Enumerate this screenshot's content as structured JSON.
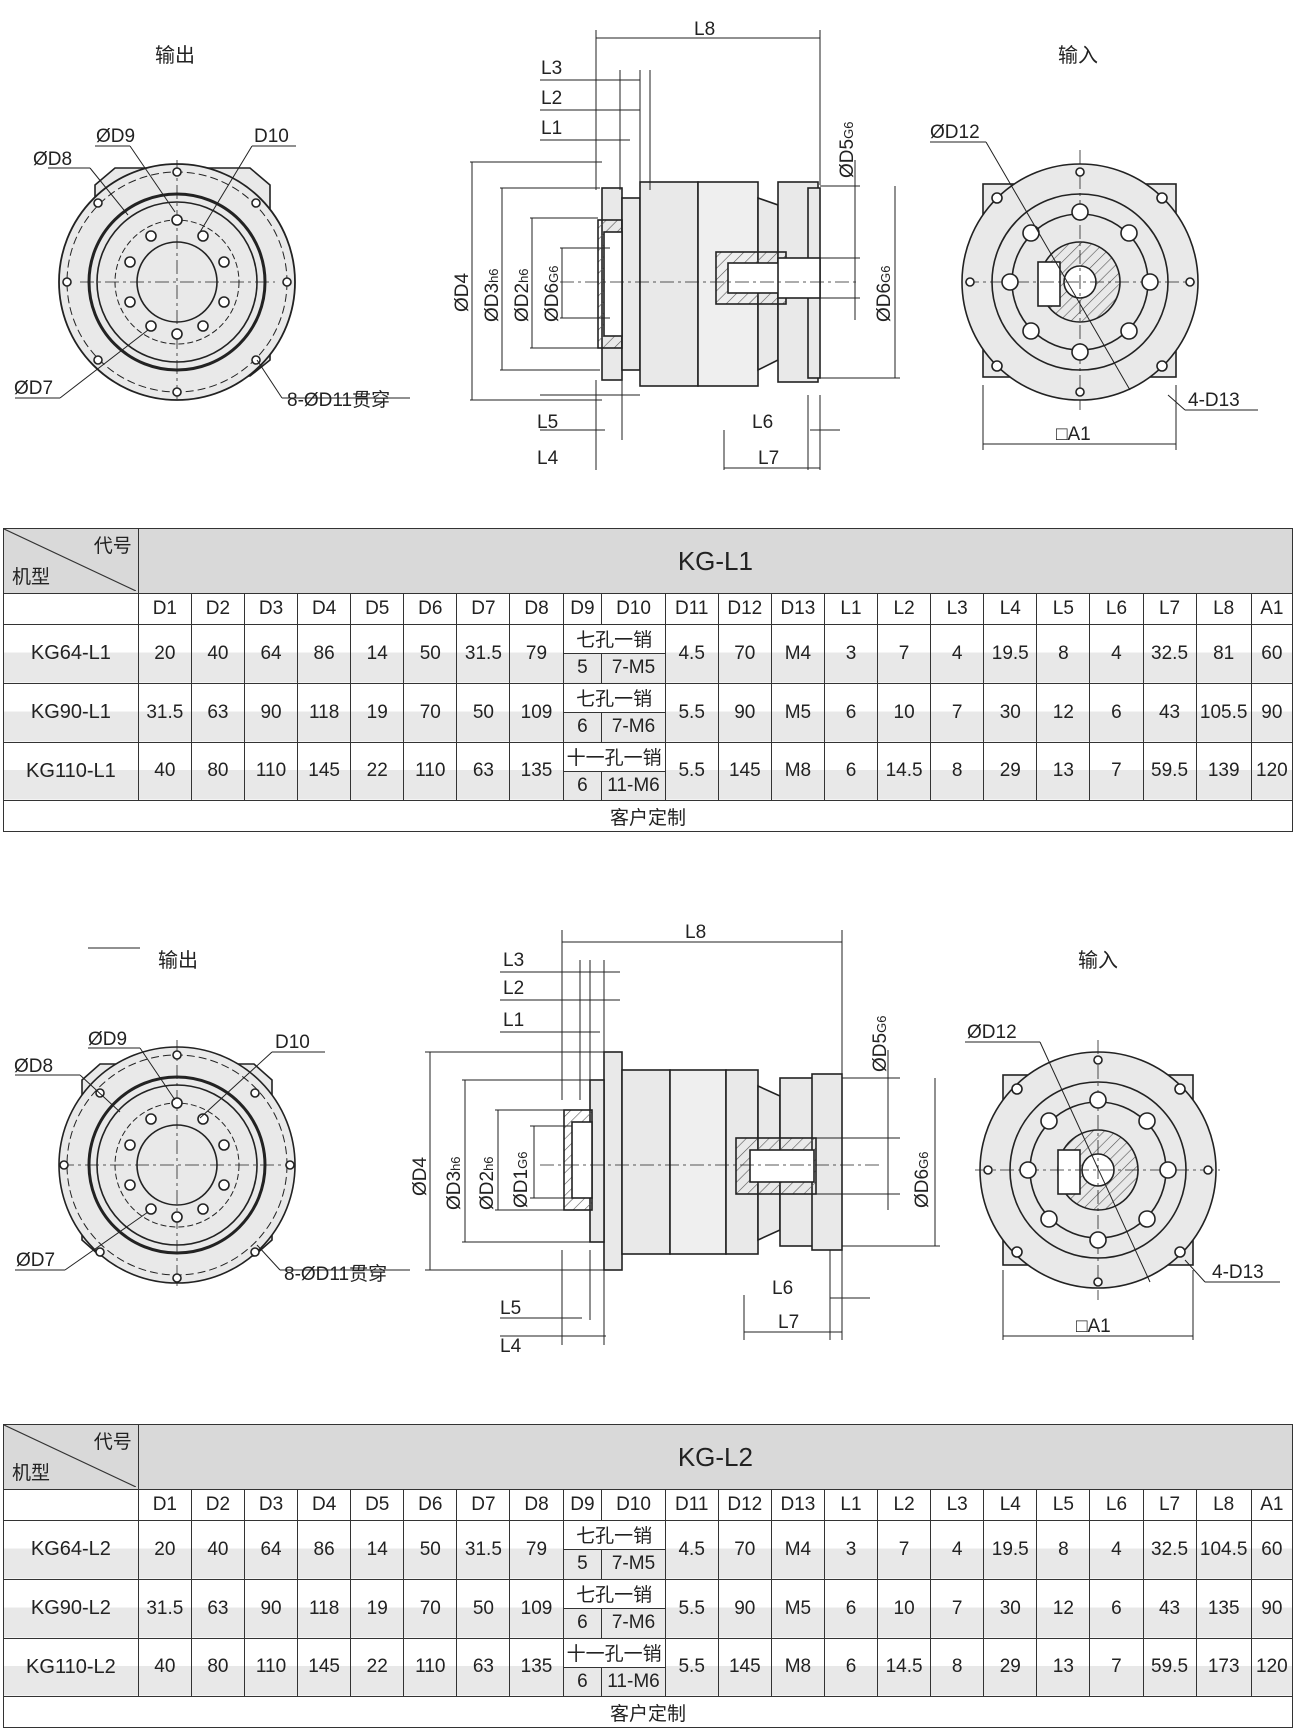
{
  "section1": {
    "label_output": "输出",
    "label_input": "输入",
    "dims": {
      "L8": "L8",
      "L3": "L3",
      "L2": "L2",
      "L1": "L1",
      "L5": "L5",
      "L4": "L4",
      "L6": "L6",
      "L7": "L7",
      "D9": "ØD9",
      "D10": "D10",
      "D8": "ØD8",
      "D7": "ØD7",
      "D11": "8-ØD11贯穿",
      "D4": "ØD4",
      "D3": "ØD3",
      "D3sub": "h6",
      "D2": "ØD2",
      "D2sub": "h6",
      "D6a": "ØD6",
      "D6asub": "G6",
      "D5": "ØD5",
      "D5sub": "G6",
      "D6b": "ØD6",
      "D6bsub": "G6",
      "D12": "ØD12",
      "D13": "4-D13",
      "A1": "□A1"
    },
    "table": {
      "corner_top": "代号",
      "corner_bottom": "机型",
      "title": "KG-L1",
      "headers": [
        "D1",
        "D2",
        "D3",
        "D4",
        "D5",
        "D6",
        "D7",
        "D8",
        "D9",
        "D10",
        "D11",
        "D12",
        "D13",
        "L1",
        "L2",
        "L3",
        "L4",
        "L5",
        "L6",
        "L7",
        "L8",
        "A1"
      ],
      "rows": [
        {
          "model": "KG64-L1",
          "D1": "20",
          "D2": "40",
          "D3": "64",
          "D4": "86",
          "D5": "14",
          "D6": "50",
          "D7": "31.5",
          "D8": "79",
          "D9D10": "七孔一销",
          "D9": "5",
          "D10": "7-M5",
          "D11": "4.5",
          "D12": "70",
          "D13": "M4",
          "L1": "3",
          "L2": "7",
          "L3": "4",
          "L4": "19.5",
          "L5": "8",
          "L6": "4",
          "L7": "32.5",
          "L8": "81",
          "A1": "60"
        },
        {
          "model": "KG90-L1",
          "D1": "31.5",
          "D2": "63",
          "D3": "90",
          "D4": "118",
          "D5": "19",
          "D6": "70",
          "D7": "50",
          "D8": "109",
          "D9D10": "七孔一销",
          "D9": "6",
          "D10": "7-M6",
          "D11": "5.5",
          "D12": "90",
          "D13": "M5",
          "L1": "6",
          "L2": "10",
          "L3": "7",
          "L4": "30",
          "L5": "12",
          "L6": "6",
          "L7": "43",
          "L8": "105.5",
          "A1": "90"
        },
        {
          "model": "KG110-L1",
          "D1": "40",
          "D2": "80",
          "D3": "110",
          "D4": "145",
          "D5": "22",
          "D6": "110",
          "D7": "63",
          "D8": "135",
          "D9D10": "十一孔一销",
          "D9": "6",
          "D10": "11-M6",
          "D11": "5.5",
          "D12": "145",
          "D13": "M8",
          "L1": "6",
          "L2": "14.5",
          "L3": "8",
          "L4": "29",
          "L5": "13",
          "L6": "7",
          "L7": "59.5",
          "L8": "139",
          "A1": "120"
        }
      ],
      "footer": "客户定制"
    }
  },
  "section2": {
    "label_output": "输出",
    "label_input": "输入",
    "dims": {
      "L8": "L8",
      "L3": "L3",
      "L2": "L2",
      "L1": "L1",
      "L5": "L5",
      "L4": "L4",
      "L6": "L6",
      "L7": "L7",
      "D9": "ØD9",
      "D10": "D10",
      "D8": "ØD8",
      "D7": "ØD7",
      "D11": "8-ØD11贯穿",
      "D4": "ØD4",
      "D3": "ØD3",
      "D3sub": "h6",
      "D2": "ØD2",
      "D2sub": "h6",
      "D1": "ØD1",
      "D1sub": "G6",
      "D5": "ØD5",
      "D5sub": "G6",
      "D6b": "ØD6",
      "D6bsub": "G6",
      "D12": "ØD12",
      "D13": "4-D13",
      "A1": "□A1"
    },
    "table": {
      "corner_top": "代号",
      "corner_bottom": "机型",
      "title": "KG-L2",
      "headers": [
        "D1",
        "D2",
        "D3",
        "D4",
        "D5",
        "D6",
        "D7",
        "D8",
        "D9",
        "D10",
        "D11",
        "D12",
        "D13",
        "L1",
        "L2",
        "L3",
        "L4",
        "L5",
        "L6",
        "L7",
        "L8",
        "A1"
      ],
      "rows": [
        {
          "model": "KG64-L2",
          "D1": "20",
          "D2": "40",
          "D3": "64",
          "D4": "86",
          "D5": "14",
          "D6": "50",
          "D7": "31.5",
          "D8": "79",
          "D9D10": "七孔一销",
          "D9": "5",
          "D10": "7-M5",
          "D11": "4.5",
          "D12": "70",
          "D13": "M4",
          "L1": "3",
          "L2": "7",
          "L3": "4",
          "L4": "19.5",
          "L5": "8",
          "L6": "4",
          "L7": "32.5",
          "L8": "104.5",
          "A1": "60"
        },
        {
          "model": "KG90-L2",
          "D1": "31.5",
          "D2": "63",
          "D3": "90",
          "D4": "118",
          "D5": "19",
          "D6": "70",
          "D7": "50",
          "D8": "109",
          "D9D10": "七孔一销",
          "D9": "6",
          "D10": "7-M6",
          "D11": "5.5",
          "D12": "90",
          "D13": "M5",
          "L1": "6",
          "L2": "10",
          "L3": "7",
          "L4": "30",
          "L5": "12",
          "L6": "6",
          "L7": "43",
          "L8": "135",
          "A1": "90"
        },
        {
          "model": "KG110-L2",
          "D1": "40",
          "D2": "80",
          "D3": "110",
          "D4": "145",
          "D5": "22",
          "D6": "110",
          "D7": "63",
          "D8": "135",
          "D9D10": "十一孔一销",
          "D9": "6",
          "D10": "11-M6",
          "D11": "5.5",
          "D12": "145",
          "D13": "M8",
          "L1": "6",
          "L2": "14.5",
          "L3": "8",
          "L4": "29",
          "L5": "13",
          "L6": "7",
          "L7": "59.5",
          "L8": "173",
          "A1": "120"
        }
      ],
      "footer": "客户定制"
    }
  }
}
